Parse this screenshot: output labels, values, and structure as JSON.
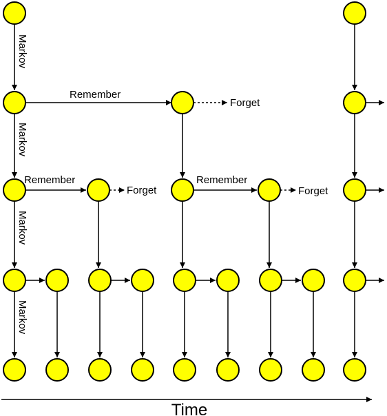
{
  "labels": {
    "markov": "Markov",
    "remember": "Remember",
    "forget": "Forget",
    "time": "Time"
  },
  "colors": {
    "node_fill": "#ffff00",
    "stroke": "#000000"
  }
}
